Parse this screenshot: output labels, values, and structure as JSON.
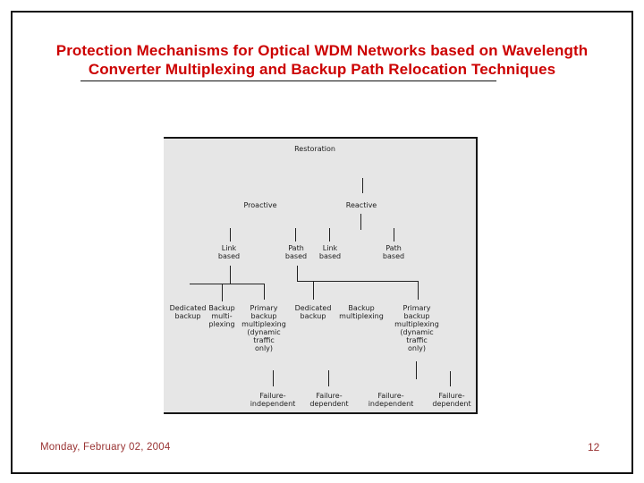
{
  "slide": {
    "title": "Protection Mechanisms for Optical WDM Networks based on Wavelength\nConverter Multiplexing and Backup Path Relocation Techniques",
    "footer_date": "Monday, February 02, 2004",
    "page_number": "12"
  },
  "colors": {
    "title_text": "#cc0000",
    "footer_text": "#993333",
    "slide_border": "#111111",
    "diagram_background": "#e6e6e6",
    "diagram_ink": "#1c1c1c"
  },
  "diagram": {
    "kind": "taxonomy-tree",
    "nodes": {
      "root": "Restoration",
      "proactive": "Proactive",
      "reactive": "Reactive",
      "link1": "Link\nbased",
      "path1": "Path\nbased",
      "link2": "Link\nbased",
      "path2": "Path\nbased",
      "dedicated1": "Dedicated\nbackup",
      "backupmux1": "Backup\nmulti-\nplexing",
      "primarymux1": "Primary\nbackup\nmultiplexing\n(dynamic\ntraffic\nonly)",
      "dedicated2": "Dedicated\nbackup",
      "backupmux2": "Backup\nmultiplexing",
      "primarymux2": "Primary\nbackup\nmultiplexing\n(dynamic\ntraffic\nonly)",
      "failind1": "Failure-\nindependent",
      "faildep1": "Failure-\ndependent",
      "failind2": "Failure-\nindependent",
      "faildep2": "Failure-\ndependent"
    }
  }
}
